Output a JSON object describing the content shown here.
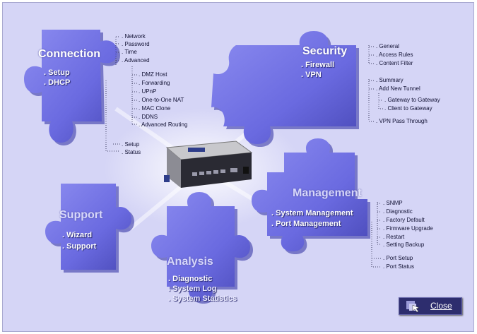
{
  "connection": {
    "title": "Connection",
    "links": [
      "Setup",
      "DHCP"
    ],
    "setup_items": [
      "Network",
      "Password",
      "Time",
      "Advanced"
    ],
    "advanced_items": [
      "DMZ Host",
      "Forwarding",
      "UPnP",
      "One-to-One NAT",
      "MAC Clone",
      "DDNS",
      "Advanced Routing"
    ],
    "dhcp_items": [
      "Setup",
      "Status"
    ]
  },
  "security": {
    "title": "Security",
    "links": [
      "Firewall",
      "VPN"
    ],
    "firewall_items": [
      "General",
      "Access Rules",
      "Content Filter"
    ],
    "vpn_items": [
      "Summary",
      "Add New Tunnel"
    ],
    "tunnel_items": [
      "Gateway to Gateway",
      "Client to Gateway"
    ],
    "vpn_extra": "VPN Pass Through"
  },
  "management": {
    "title": "Management",
    "links": [
      "System Management",
      "Port Management"
    ],
    "system_items": [
      "SNMP",
      "Diagnostic",
      "Factory Default",
      "Firmware Upgrade",
      "Restart",
      "Setting Backup"
    ],
    "port_items": [
      "Port Setup",
      "Port Status"
    ]
  },
  "support": {
    "title": "Support",
    "links": [
      "Wizard",
      "Support"
    ]
  },
  "analysis": {
    "title": "Analysis",
    "links": [
      "Diagnostic",
      "System Log",
      "System Statistics"
    ]
  },
  "close_label": "Close",
  "colors": {
    "background": "#d5d5f6",
    "puzzle": "#7070e0",
    "puzzle_dark": "#3a3aa8",
    "button": "#2d2d6e"
  }
}
